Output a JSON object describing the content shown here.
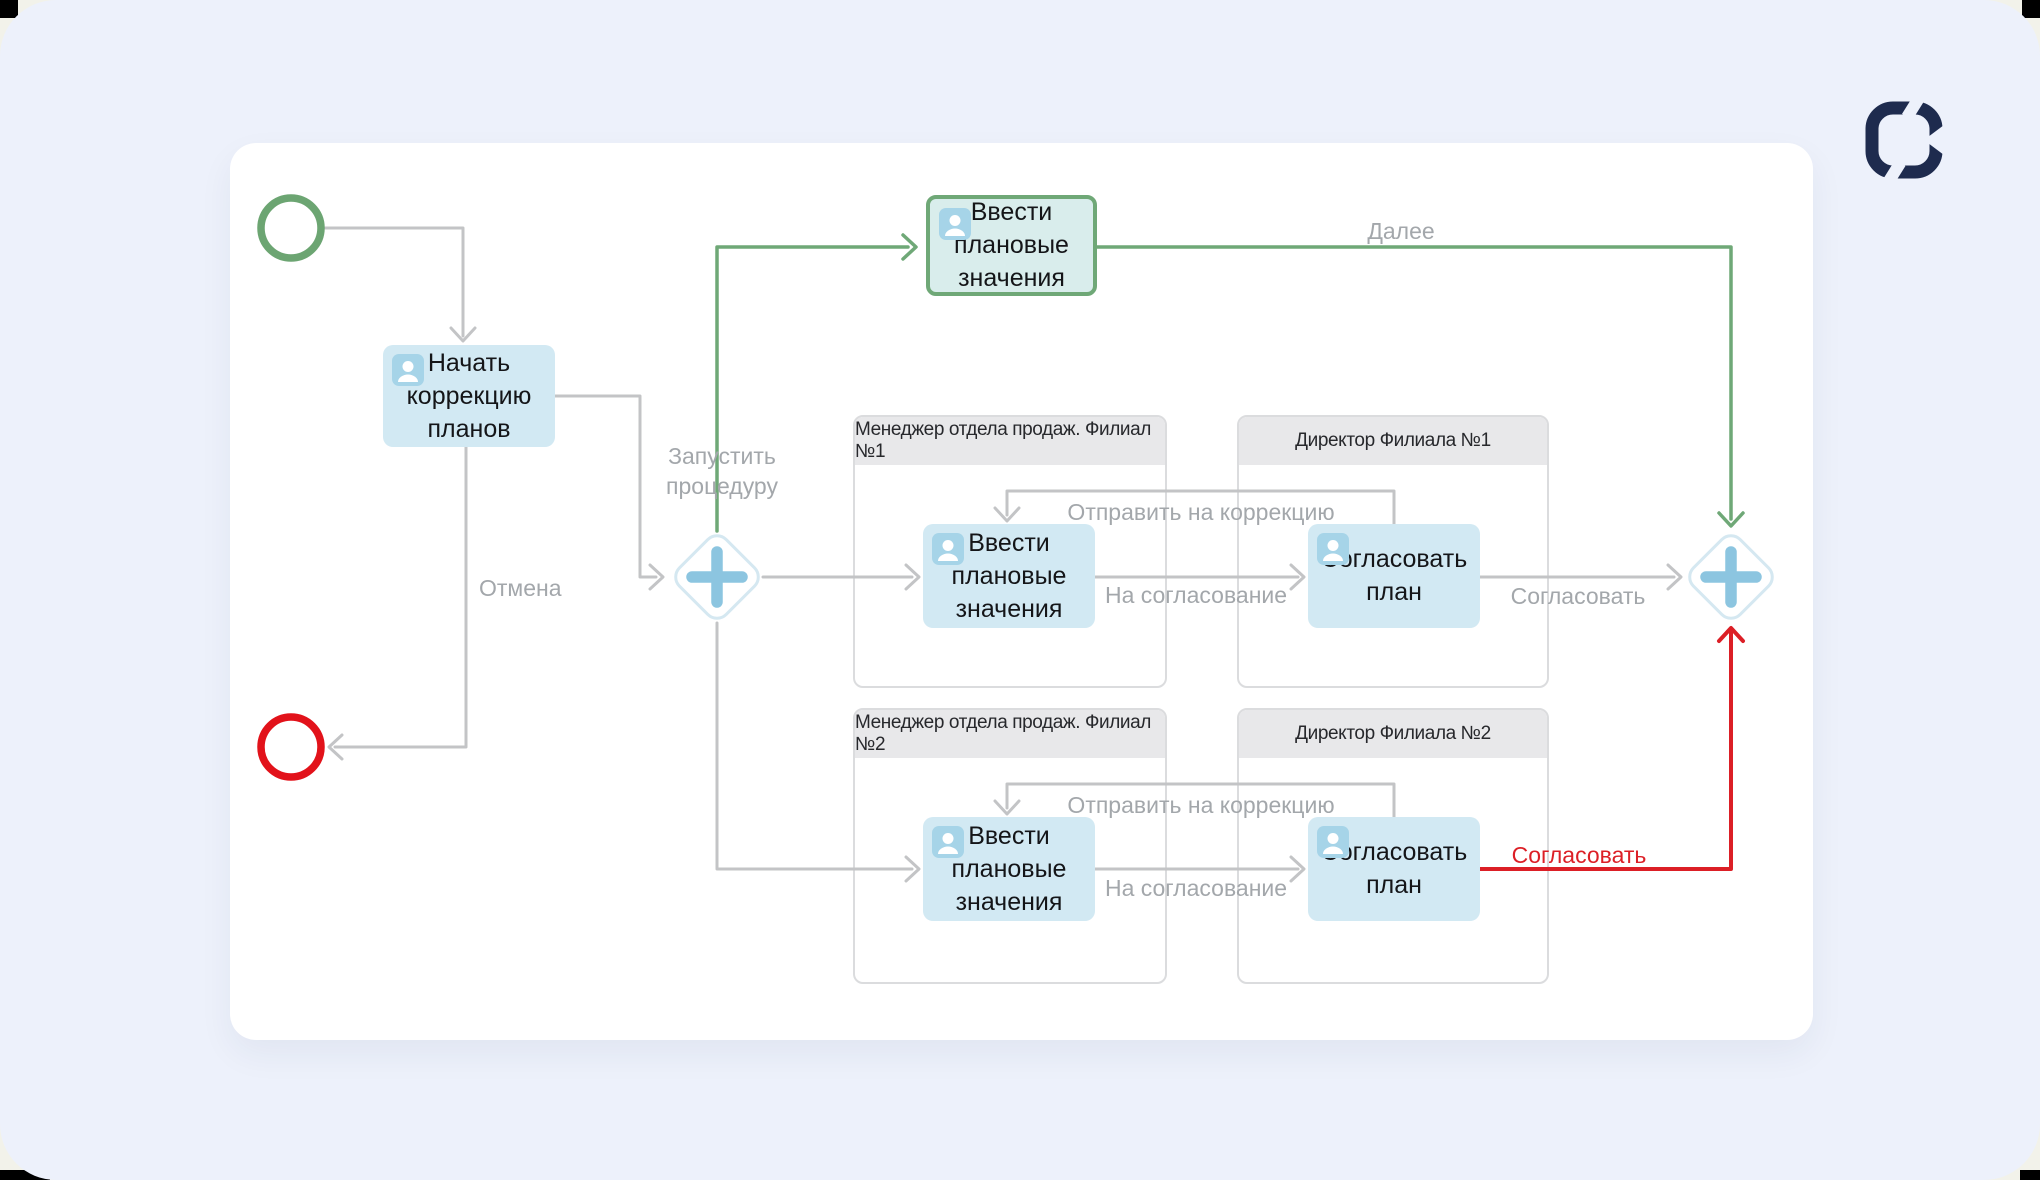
{
  "frame": {
    "corner_color": "#000000",
    "outer_bg": "#f2f2ea",
    "canvas_bg": "#edf1fb",
    "card_bg": "#ffffff"
  },
  "colors": {
    "accent_green": "#6fa877",
    "accent_red": "#dc1f26",
    "connector_gray": "#c3c4c6",
    "label_gray": "#a3a7ab",
    "task_fill": "#d2e9f3",
    "task_fill_highlighted": "#d9edec",
    "person_icon_fill": "#a6d4e8",
    "lane_header_bg": "#e8e8ea",
    "lane_border": "#dbdcde",
    "gateway_border": "#d5e8f1",
    "gateway_plus": "#8cc5e0",
    "logo_navy": "#1e2b4e"
  },
  "tasks": {
    "start_correction": "Начать коррекцию планов",
    "enter_values_main": "Ввести плановые значения",
    "enter_values_1": "Ввести плановые значения",
    "approve_plan_1": "Согласовать план",
    "enter_values_2": "Ввести плановые значения",
    "approve_plan_2": "Согласовать план"
  },
  "lanes": [
    {
      "title": "Менеджер отдела продаж. Филиал №1"
    },
    {
      "title": "Директор Филиала №1"
    },
    {
      "title": "Менеджер отдела продаж. Филиал №2"
    },
    {
      "title": "Директор Филиала №2"
    }
  ],
  "labels": {
    "next": "Далее",
    "start_procedure": "Запустить процедуру",
    "cancel": "Отмена",
    "to_approval_1": "На согласование",
    "to_approval_2": "На согласование",
    "send_to_correction_1": "Отправить на коррекцию",
    "send_to_correction_2": "Отправить на коррекцию",
    "approve_1": "Согласовать",
    "approve_2": "Согласовать"
  }
}
